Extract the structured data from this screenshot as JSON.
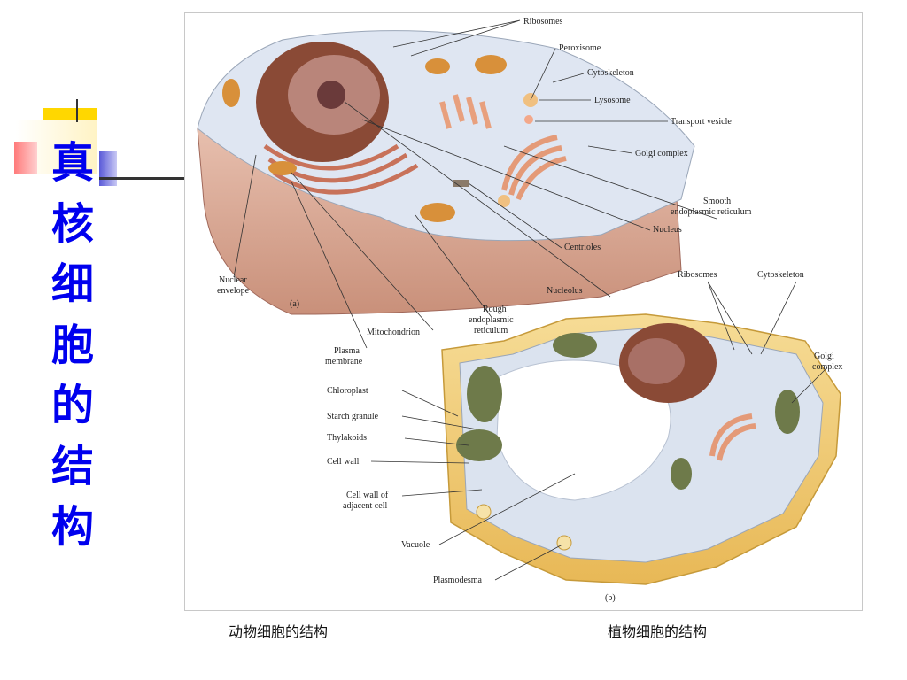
{
  "slide": {
    "title_chars": [
      "真",
      "核",
      "细",
      "胞",
      "的",
      "结",
      "构"
    ],
    "captions": {
      "animal": "动物细胞的结构",
      "plant": "植物细胞的结构"
    }
  },
  "figure": {
    "panel_a": "(a)",
    "panel_b": "(b)",
    "labels": {
      "ribosomes": "Ribosomes",
      "peroxisome": "Peroxisome",
      "cytoskeleton": "Cytoskeleton",
      "lysosome": "Lysosome",
      "transport_vesicle": "Transport vesicle",
      "golgi_complex": "Golgi complex",
      "smooth_er_1": "Smooth",
      "smooth_er_2": "endoplasmic reticulum",
      "nucleus": "Nucleus",
      "centrioles": "Centrioles",
      "nuclear_envelope_1": "Nuclear",
      "nuclear_envelope_2": "envelope",
      "nucleolus": "Nucleolus",
      "rough_er_1": "Rough",
      "rough_er_2": "endoplasmic",
      "rough_er_3": "reticulum",
      "mitochondrion": "Mitochondrion",
      "plasma_membrane_1": "Plasma",
      "plasma_membrane_2": "membrane",
      "chloroplast": "Chloroplast",
      "starch_granule": "Starch granule",
      "thylakoids": "Thylakoids",
      "cell_wall": "Cell wall",
      "cell_wall_adjacent_1": "Cell wall of",
      "cell_wall_adjacent_2": "adjacent cell",
      "vacuole": "Vacuole",
      "plasmodesma": "Plasmodesma",
      "ribosomes_b": "Ribosomes",
      "cytoskeleton_b": "Cytoskeleton",
      "golgi_b_1": "Golgi",
      "golgi_b_2": "complex"
    }
  },
  "colors": {
    "title": "#0000ee",
    "accent_yellow": "#ffd700",
    "accent_red": "#ff8080",
    "accent_blue": "#6a6ae0"
  }
}
